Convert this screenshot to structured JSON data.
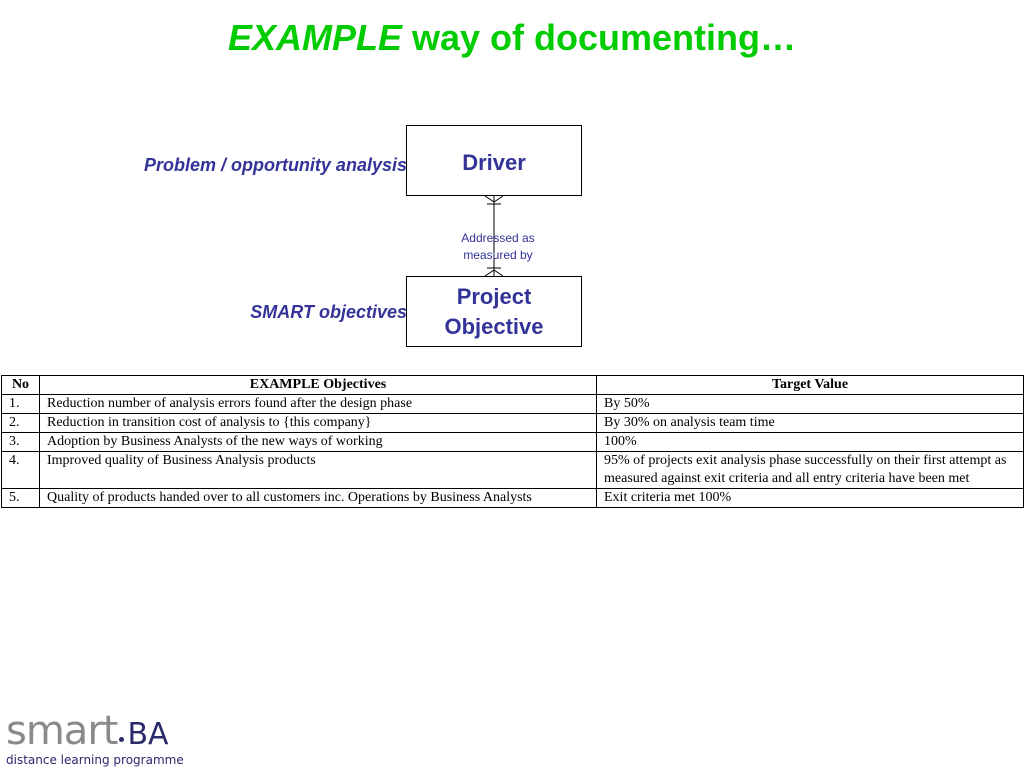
{
  "title": {
    "emphasis": "EXAMPLE",
    "rest": " way of documenting…"
  },
  "colors": {
    "title": "#00cc00",
    "label": "#333399"
  },
  "diagram": {
    "left_labels": {
      "problem": "Problem / opportunity analysis",
      "smart": "SMART objectives"
    },
    "entities": {
      "driver": "Driver",
      "objective": "Project\nObjective"
    },
    "relationship": "Addressed as\nmeasured by"
  },
  "table": {
    "headers": {
      "no": "No",
      "objectives": "EXAMPLE Objectives",
      "target": "Target Value"
    },
    "rows": [
      {
        "no": "1.",
        "objective": "Reduction number of analysis errors found after the design phase",
        "target": "By 50%"
      },
      {
        "no": "2.",
        "objective": "Reduction in transition cost of analysis to {this company}",
        "target": "By 30% on analysis team time"
      },
      {
        "no": "3.",
        "objective": "Adoption by Business Analysts of the new ways of working",
        "target": "100%"
      },
      {
        "no": "4.",
        "objective": "Improved quality of Business Analysis products",
        "target": "95% of projects exit analysis phase successfully on their first attempt as measured against exit criteria and all entry criteria have been met"
      },
      {
        "no": "5.",
        "objective": "Quality of products handed over to all customers inc. Operations by Business Analysts",
        "target": "Exit criteria met 100%"
      }
    ]
  },
  "logo": {
    "main": "smart",
    "suffix": "BA",
    "tagline": "distance learning programme"
  }
}
